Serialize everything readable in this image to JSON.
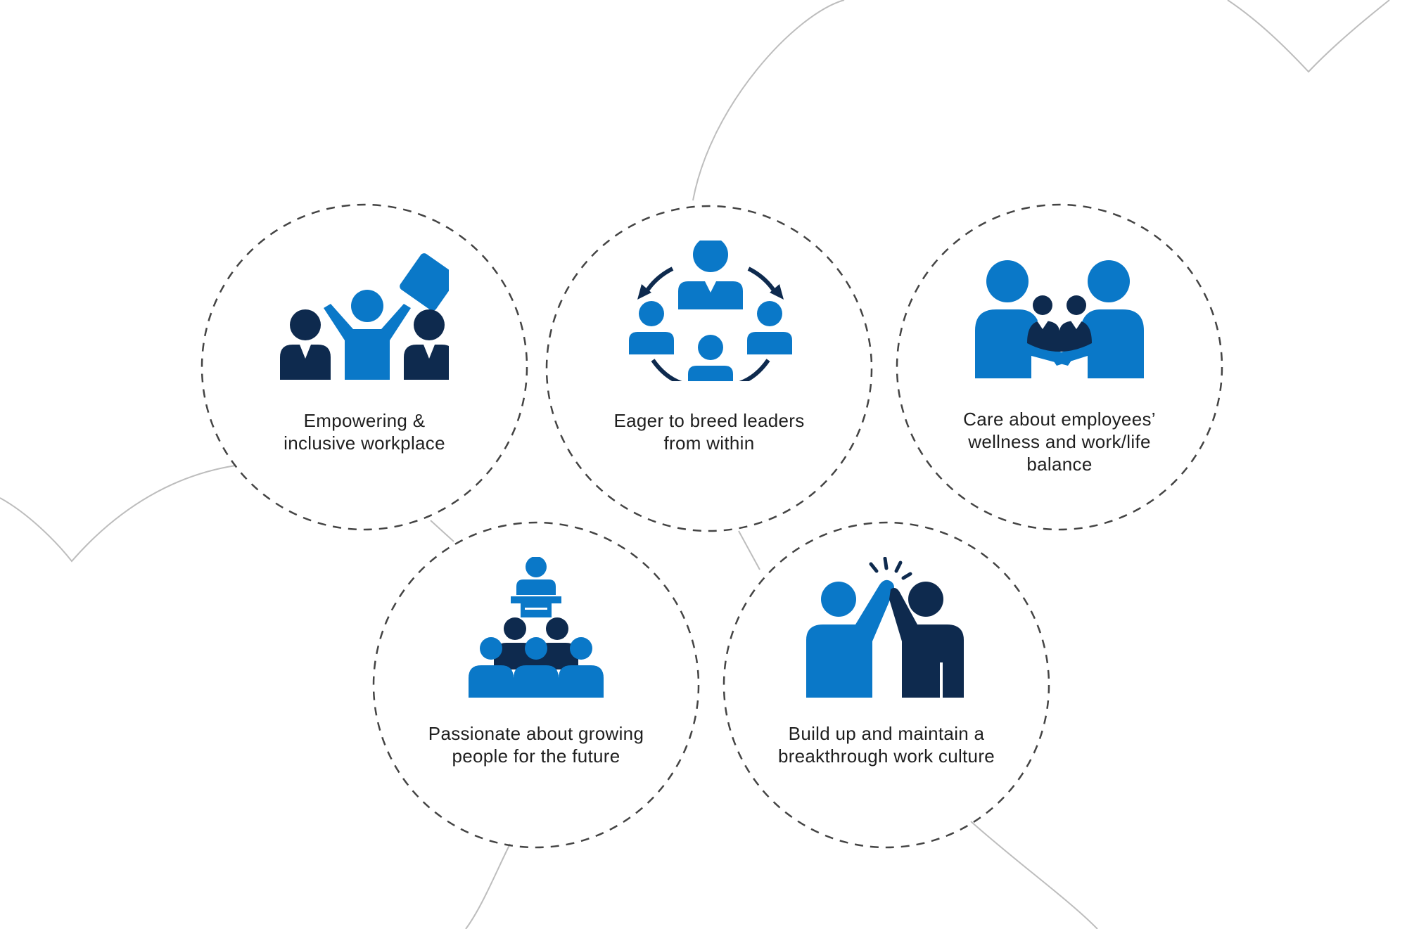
{
  "colors": {
    "light_blue": "#0A78C8",
    "dark_navy": "#0E2A4E",
    "dash_gray": "#444444",
    "arc_gray": "#BDBDBD",
    "text": "#1f1f1f"
  },
  "values": [
    {
      "icon": "raised-hands-celebration-icon",
      "lines": [
        "Empowering &",
        "inclusive workplace"
      ]
    },
    {
      "icon": "leadership-cycle-icon",
      "lines": [
        "Eager to breed leaders",
        "from within"
      ]
    },
    {
      "icon": "family-care-icon",
      "lines": [
        "Care about employees’",
        "wellness and work/life",
        "balance"
      ]
    },
    {
      "icon": "speaker-audience-icon",
      "lines": [
        "Passionate about growing",
        "people for the future"
      ]
    },
    {
      "icon": "high-five-icon",
      "lines": [
        "Build up and maintain a",
        "breakthrough work culture"
      ]
    }
  ]
}
